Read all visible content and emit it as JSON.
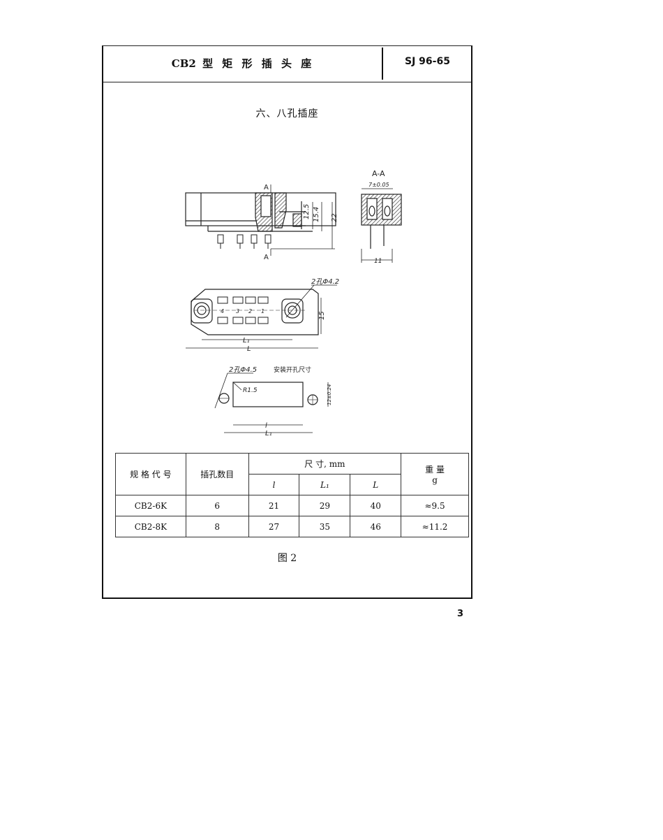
{
  "header": {
    "title_prefix": "CB2",
    "title_rest": "型 矩 形 插 头 座",
    "standard_code": "SJ 96-65"
  },
  "section": {
    "title": "六、八孔插座"
  },
  "drawings": {
    "side_view": {
      "section_marker_top": "A",
      "section_marker_bottom": "A",
      "dim_1": "12.5",
      "dim_2": "15.4",
      "dim_3": "22"
    },
    "section_view": {
      "title": "A-A",
      "dim_top": "7±0.05",
      "dim_bottom": "11"
    },
    "top_view": {
      "hole_note": "2孔Φ4.2",
      "pin_numbers": [
        "4",
        "3",
        "2",
        "1"
      ],
      "dim_height": "15",
      "dim_L1": "L₁",
      "dim_L": "L"
    },
    "mount_view": {
      "hole_note": "2孔Φ4.5",
      "caption": "安装开孔尺寸",
      "radius_note": "R1.5",
      "dim_height": "12±0.24",
      "dim_l": "l",
      "dim_L1": "L₁"
    }
  },
  "table": {
    "headers": {
      "spec_code": "规 格 代 号",
      "hole_count": "插孔数目",
      "dimensions": "尺  寸,  mm",
      "dim_l": "l",
      "dim_L1": "L₁",
      "dim_L": "L",
      "weight": "重      量",
      "weight_unit": "g"
    },
    "rows": [
      {
        "spec": "CB2-6K",
        "holes": "6",
        "l": "21",
        "L1": "29",
        "L": "40",
        "weight": "≈9.5"
      },
      {
        "spec": "CB2-8K",
        "holes": "8",
        "l": "27",
        "L1": "35",
        "L": "46",
        "weight": "≈11.2"
      }
    ]
  },
  "figure_label": "图  2",
  "page_number": "3"
}
